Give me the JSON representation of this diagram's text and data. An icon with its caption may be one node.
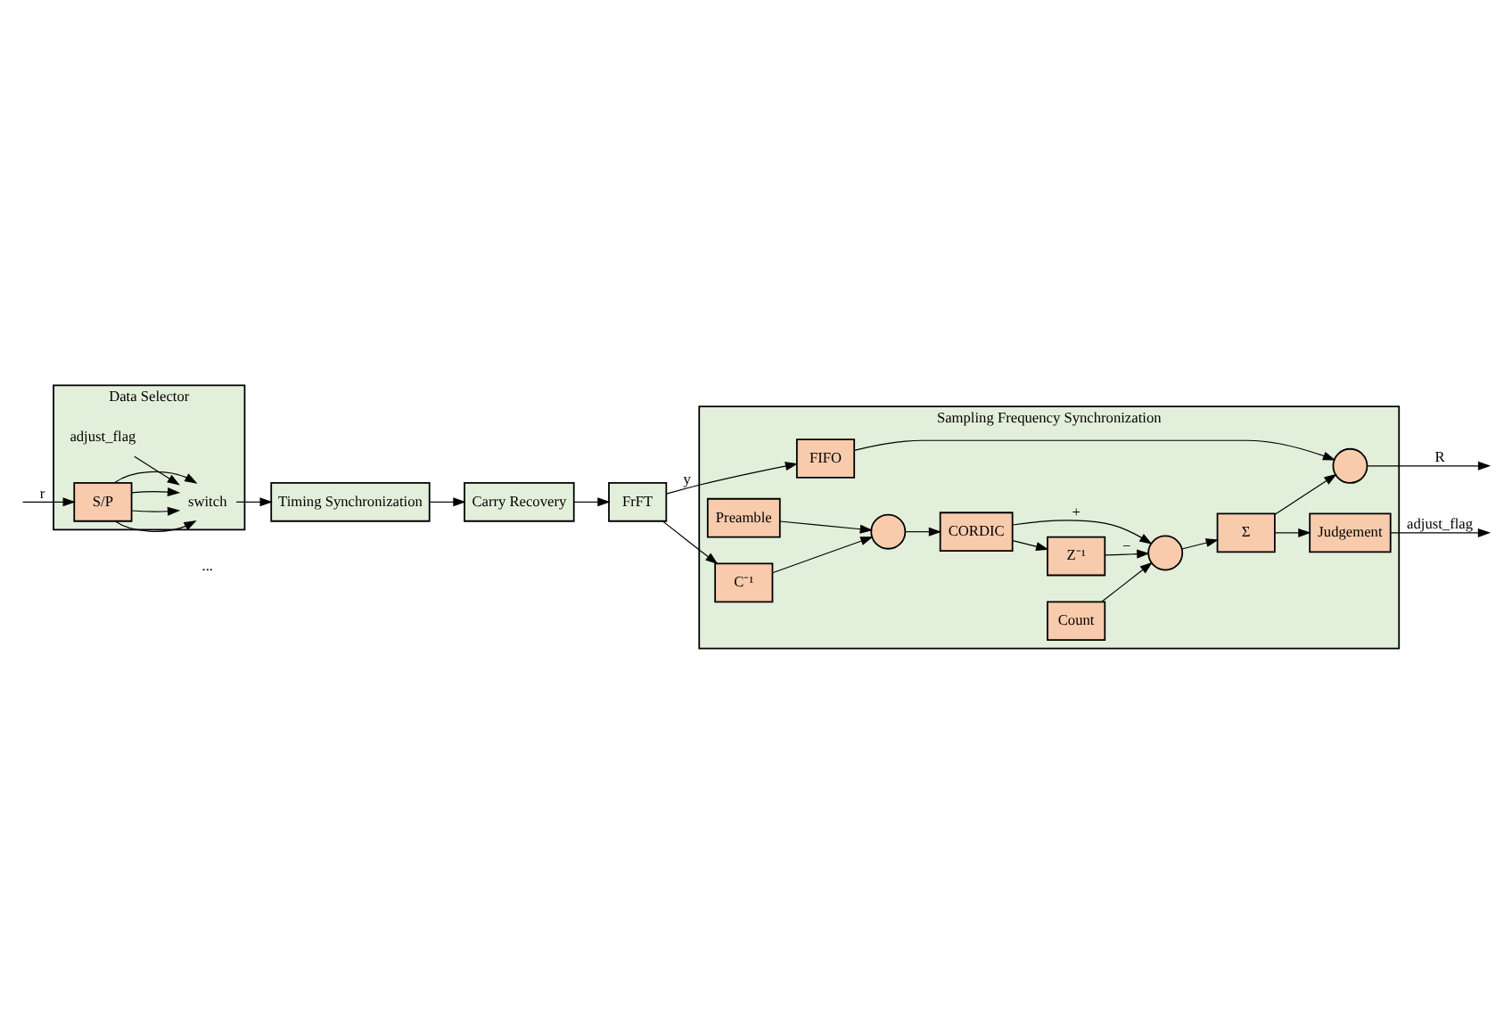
{
  "diagram": {
    "nodes": [
      {
        "text": [
          "Data Selector"
        ]
      },
      {
        "text": [
          "S/P"
        ],
        "in": 0
      },
      {
        "text": [
          "switch"
        ],
        "in": 0
      },
      {
        "text": [
          "adjust_flag"
        ],
        "in": 0
      },
      {
        "text": [
          "Timing Synchronization"
        ]
      },
      {
        "text": [
          "Carry Recovery"
        ]
      },
      {
        "text": [
          "FrFT"
        ]
      },
      {
        "text": [
          "Sampling Frequency Synchronization"
        ]
      },
      {
        "text": [
          "FIFO"
        ],
        "in": 7
      },
      {
        "text": [
          "C⁻¹"
        ],
        "in": 7
      },
      {
        "text": [],
        "shape": "circle",
        "in": 7
      },
      {
        "text": [
          "Preamble"
        ],
        "in": 7
      },
      {
        "text": [
          "CORDIC"
        ],
        "in": 7
      },
      {
        "text": [
          "Count"
        ],
        "in": 7
      },
      {
        "text": [],
        "shape": "circle",
        "in": 7
      },
      {
        "text": [
          "Z⁻¹"
        ],
        "in": 7
      },
      {
        "text": [
          "Σ"
        ],
        "in": 7
      },
      {
        "text": [
          "Judgement"
        ],
        "in": 7
      },
      {
        "text": [],
        "shape": "circle",
        "in": 7
      }
    ],
    "edges": [
      {
        "from": null,
        "to": 1,
        "arrow": "to",
        "label": "r"
      },
      {
        "from": 1,
        "to": 2,
        "arrow": "to"
      },
      {
        "from": 1,
        "to": 2,
        "arrow": "to"
      },
      {
        "from": 1,
        "to": 2,
        "arrow": "to"
      },
      {
        "from": 1,
        "to": 2,
        "arrow": "to"
      },
      {
        "from": 3,
        "to": 2,
        "arrow": "to"
      },
      {
        "from": 2,
        "to": 4,
        "arrow": "to"
      },
      {
        "from": 4,
        "to": 5,
        "arrow": "to"
      },
      {
        "from": 5,
        "to": 6,
        "arrow": "to"
      },
      {
        "from": 6,
        "to": 8,
        "arrow": "to",
        "label": "y"
      },
      {
        "from": 6,
        "to": 9,
        "arrow": "to"
      },
      {
        "from": 8,
        "to": 18,
        "arrow": "to"
      },
      {
        "from": 9,
        "to": 10,
        "arrow": "to"
      },
      {
        "from": 11,
        "to": 10,
        "arrow": "to"
      },
      {
        "from": 10,
        "to": 12,
        "arrow": "to"
      },
      {
        "from": 12,
        "to": 14,
        "arrow": "to",
        "label": "+"
      },
      {
        "from": 13,
        "to": 14,
        "arrow": "to"
      },
      {
        "from": 15,
        "to": 14,
        "arrow": "to",
        "label": "−"
      },
      {
        "from": 12,
        "to": 15,
        "arrow": "to"
      },
      {
        "from": 14,
        "to": 16,
        "arrow": "to"
      },
      {
        "from": 16,
        "to": 18,
        "arrow": "to"
      },
      {
        "from": 16,
        "to": 17,
        "arrow": "to"
      },
      {
        "from": 17,
        "to": null,
        "arrow": "to",
        "label": "adjust_flag"
      },
      {
        "from": 18,
        "to": null,
        "arrow": "to",
        "label": "R"
      }
    ],
    "labels": [
      "..."
    ]
  }
}
